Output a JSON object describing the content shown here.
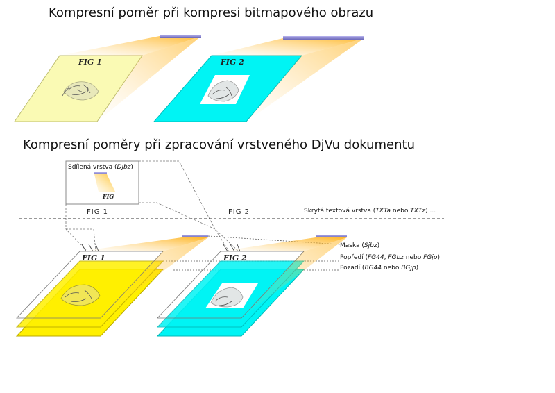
{
  "title_bitmap": "Kompresní poměr při kompresi bitmapového obrazu",
  "title_djvu": "Kompresní poměry při zpracování vrstveného DjVu dokumentu",
  "top": {
    "fig1_label": "FIG 1",
    "fig2_label": "FIG 2"
  },
  "shared_layer": {
    "label_prefix": "Sdílená vrstva (",
    "label_em": "Djbz",
    "label_suffix": ")",
    "fig_label": "FIG"
  },
  "hidden_text": {
    "fig1": "FIG 1",
    "fig2": "FIG 2",
    "label_prefix": "Skrytá textová vrstva (",
    "label_em1": "TXTa",
    "label_mid": " nebo ",
    "label_em2": "TXTz",
    "label_suffix": ") ..."
  },
  "layers": {
    "mask_prefix": "Maska (",
    "mask_em": "Sjbz",
    "mask_suffix": ")",
    "fg_prefix": "Popředí (",
    "fg_em1": "FG44",
    "fg_mid1": ", ",
    "fg_em2": "FGbz",
    "fg_mid2": " nebo ",
    "fg_em3": "FGjp",
    "fg_suffix": ")",
    "bg_prefix": "Pozadí (",
    "bg_em1": "BG44",
    "bg_mid": " nebo ",
    "bg_em2": "BGjp",
    "bg_suffix": ")"
  },
  "bottom": {
    "fig1_label": "FIG 1",
    "fig2_label": "FIG 2"
  },
  "colors": {
    "pale_yellow": "#fafab4",
    "cyan": "#00f4f4",
    "yellow": "#fff000",
    "orange": "#ffaa00",
    "bar_purple": "#8a86d0"
  }
}
